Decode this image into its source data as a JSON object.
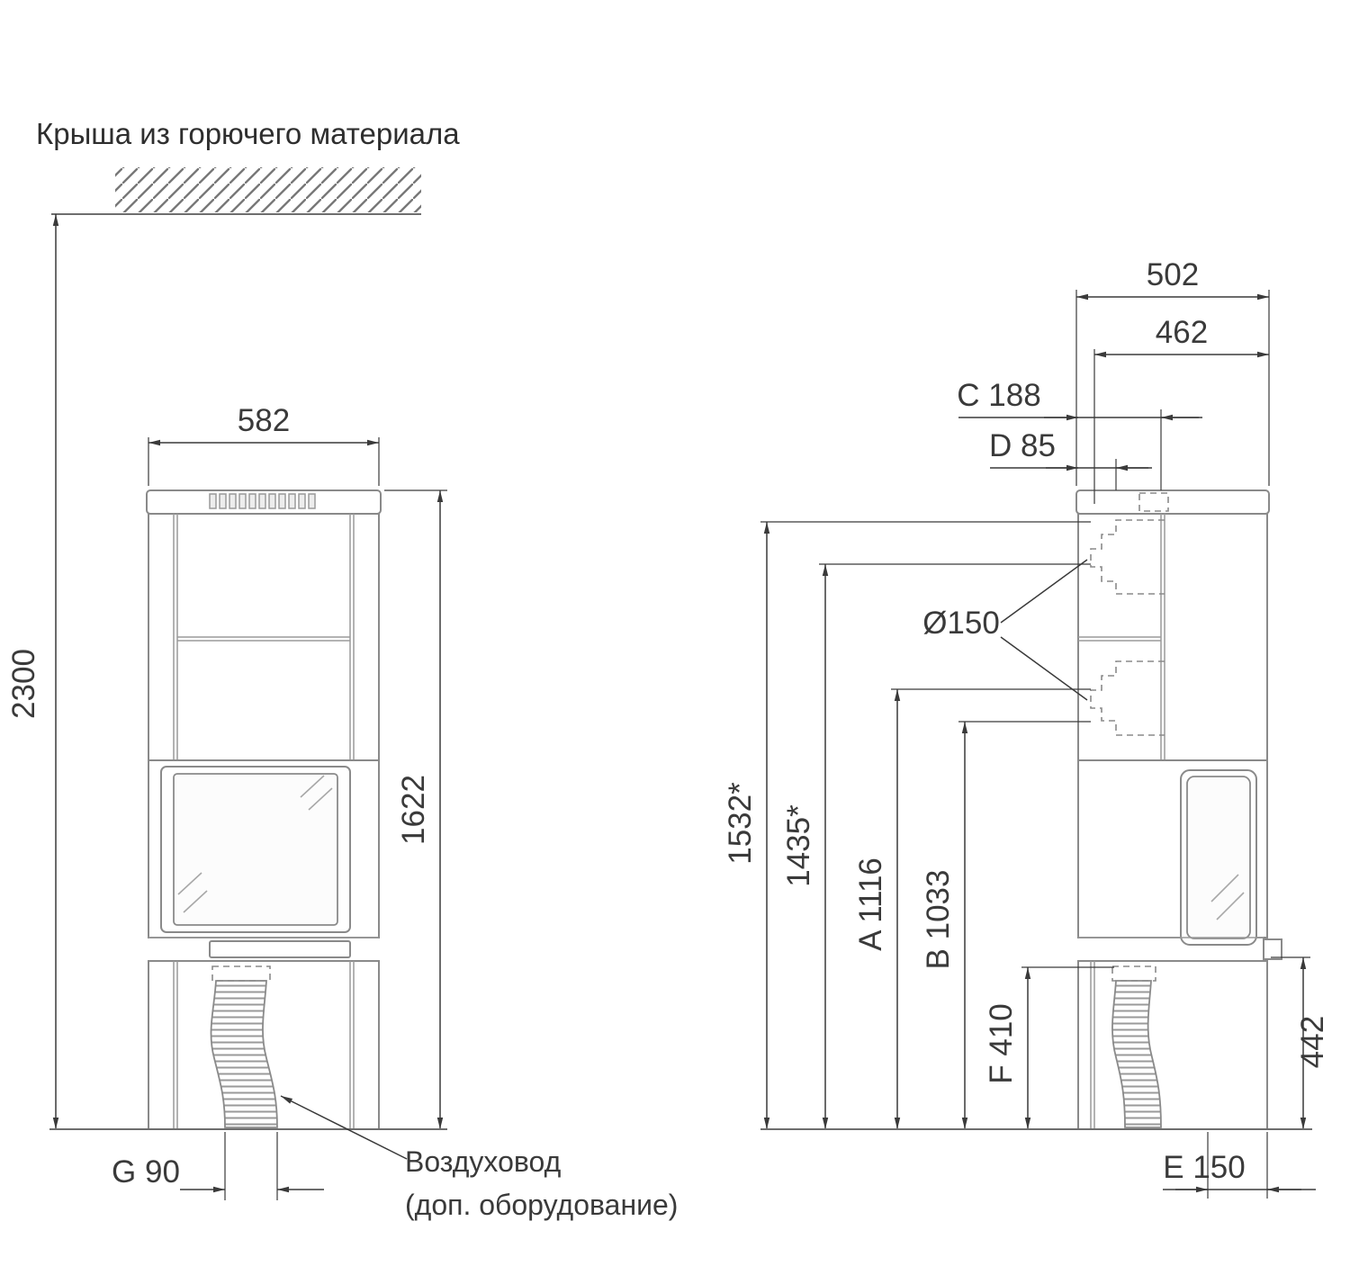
{
  "title": "Крыша из горючего материала",
  "front_view": {
    "width": "582",
    "height": "1622",
    "ceiling_height": "2300",
    "duct_offset": "G 90",
    "duct_label_line1": "Воздуховод",
    "duct_label_line2": "(доп. оборудование)"
  },
  "side_view": {
    "depth": "502",
    "depth_inner": "462",
    "dim_c": "C 188",
    "dim_d": "D 85",
    "flue_diameter": "Ø150",
    "dim_h1": "1532*",
    "dim_h2": "1435*",
    "dim_a": "A 1116",
    "dim_b": "B 1033",
    "dim_f": "F 410",
    "dim_rear_height": "442",
    "dim_e": "E 150"
  },
  "colors": {
    "line": "#3a3a3a",
    "stove": "#8a8a8a",
    "background": "#ffffff"
  }
}
